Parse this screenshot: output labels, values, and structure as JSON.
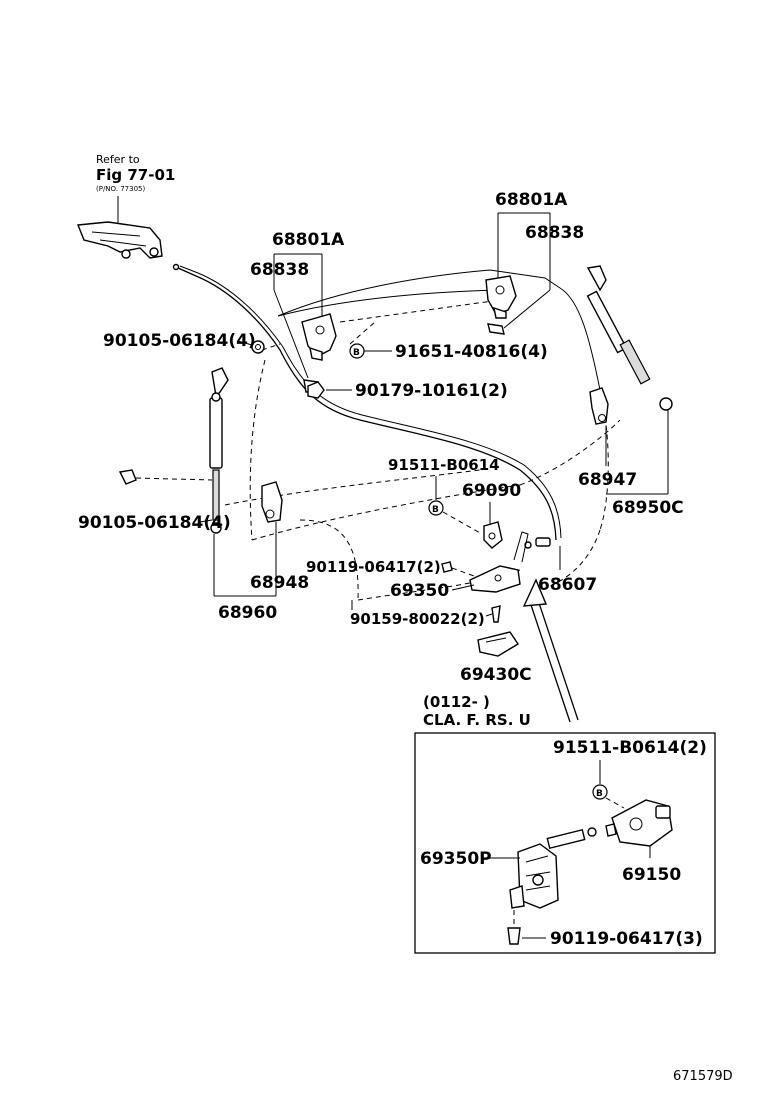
{
  "refer": {
    "line1": "Refer to",
    "line2": "Fig 77-01",
    "line3": "(P/NO. 77305)"
  },
  "parts": {
    "lock_left": "68801A",
    "striker_left": "68838",
    "lock_right": "68801A",
    "striker_right": "68838",
    "bolt_left_upper": "90105-06184(4)",
    "bolt_left_lower": "90105-06184(4)",
    "bolt_b_center": "91651-40816(4)",
    "nut_center": "90179-10161(2)",
    "screw_b": "91511-B0614",
    "control_69090": "69090",
    "hinge_right": "68947",
    "stay_right": "68950C",
    "hinge_left": "68948",
    "stay_left": "68960",
    "screw_69350": "90119-06417(2)",
    "lock_assy": "69350",
    "cable": "68607",
    "bolt_80022": "90159-80022(2)",
    "striker_69430": "69430C"
  },
  "inset_condition": {
    "line1": "(0112-        )",
    "line2": "CLA. F. RS. U"
  },
  "inset": {
    "screw_b": "91511-B0614(2)",
    "lock_assy": "69350P",
    "motor": "69150",
    "screw": "90119-06417(3)"
  },
  "b_marker": "B",
  "catalog_code": "671579D"
}
